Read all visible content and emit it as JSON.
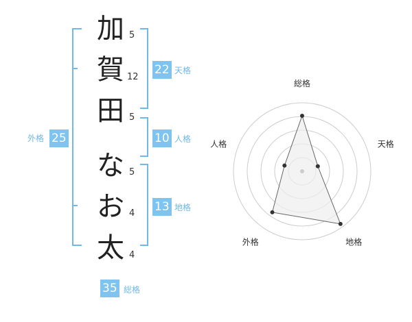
{
  "name": {
    "characters": [
      "加",
      "賀",
      "田",
      "な",
      "お",
      "太"
    ],
    "strokes": [
      "5",
      "12",
      "5",
      "5",
      "4",
      "4"
    ]
  },
  "fortune": {
    "tenkaku": {
      "label": "天格",
      "value": "22"
    },
    "jinkaku": {
      "label": "人格",
      "value": "10"
    },
    "chikaku": {
      "label": "地格",
      "value": "13"
    },
    "gaikaku": {
      "label": "外格",
      "value": "25"
    },
    "soukaku": {
      "label": "総格",
      "value": "35"
    }
  },
  "radar": {
    "axes": [
      "総格",
      "天格",
      "地格",
      "外格",
      "人格"
    ],
    "levels": 5,
    "values": [
      0.81,
      0.24,
      0.95,
      0.74,
      0.27
    ],
    "colors": {
      "fill": "#eeeeee",
      "stroke": "#666666",
      "grid": "#cccccc",
      "dot": "#333333"
    }
  }
}
